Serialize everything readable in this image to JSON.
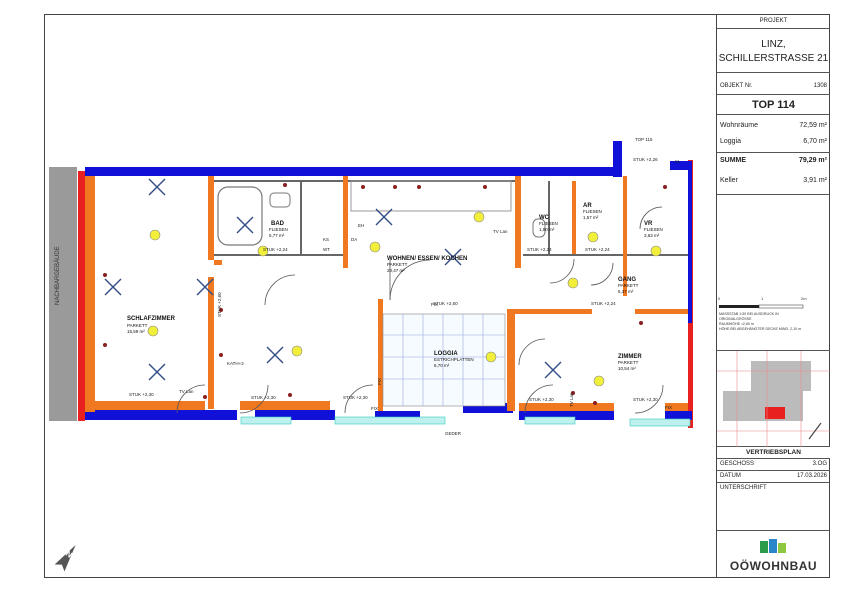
{
  "panel": {
    "projekt_label": "PROJEKT",
    "project_line1": "LINZ,",
    "project_line2": "SCHILLERSTRASSE 21",
    "objekt_label": "OBJEKT Nr.",
    "objekt_nr": "1308",
    "top_label": "TOP 114",
    "areas": [
      {
        "label": "Wohnräume",
        "value": "72,59 m²"
      },
      {
        "label": "Loggia",
        "value": "6,70 m²"
      },
      {
        "label": "SUMME",
        "value": "79,29 m²"
      },
      {
        "label": "Keller",
        "value": "3,91 m²"
      }
    ],
    "scale_ticks": [
      "0",
      "1",
      "2m"
    ],
    "scale_notes": [
      "MASSSTAB  1:50  BEI  AUSDRUCK  IN",
      "ORIGINALGRÖSSE",
      "RAUMHÖHE ≈2,60 m",
      "HÖHE BEI ABGEHÄNGTER DECKE MIND. 2,10 m"
    ],
    "vertriebsplan": "VERTRIEBSPLAN",
    "geschoss_label": "GESCHOSS",
    "geschoss_value": "3.OG",
    "datum_label": "DATUM",
    "datum_value": "17.03.2026",
    "unterschrift_label": "UNTERSCHRIFT",
    "logo_text": "OÖWOHNBAU"
  },
  "plan": {
    "neighbor_label": "NACHBARGEBÄUDE",
    "rooms": [
      {
        "name": "BAD",
        "floor": "FLIESEN",
        "area": "5,77 m²"
      },
      {
        "name": "WC",
        "floor": "FLIESEN",
        "area": "1,90 m²"
      },
      {
        "name": "AR",
        "floor": "FLIESEN",
        "area": "1,57 m²"
      },
      {
        "name": "VR",
        "floor": "FLIESEN",
        "area": "3,63 m²"
      },
      {
        "name": "WOHNEN/ ESSEN/ KOCHEN",
        "floor": "PARKETT",
        "area": "20,47 m²"
      },
      {
        "name": "SCHLAFZIMMER",
        "floor": "PARKETT",
        "area": "15,59 m²"
      },
      {
        "name": "GANG",
        "floor": "PARKETT",
        "area": "5,37 m²"
      },
      {
        "name": "LOGGIA",
        "floor": "ESTRICHPLATTEN",
        "area": "6,70 m²"
      },
      {
        "name": "ZIMMER",
        "floor": "PARKETT",
        "area": "10,54 m²"
      }
    ],
    "stuk_labels": [
      "STUK +2,30",
      "STUK +2,30",
      "STUK +2,30",
      "STUK +2,30",
      "STUK +2,30",
      "STUK +2,24",
      "STUK +2,24",
      "STUK +2,24",
      "STUK +2,24",
      "STUK +2,60",
      "STUK +2,26",
      "STUK +2,60"
    ],
    "small_labels": [
      "TV Lan",
      "TV Lan",
      "TV Lan",
      "KATH+2",
      "FIX",
      "FIX",
      "FIX",
      "FIX",
      "EH",
      "DA",
      "WT",
      "KS",
      "KL",
      "GEDER",
      "TOP 115"
    ],
    "colors": {
      "blue": "#1010d8",
      "orange": "#f07820",
      "red": "#e82020",
      "gray": "#9a9a9a"
    }
  }
}
